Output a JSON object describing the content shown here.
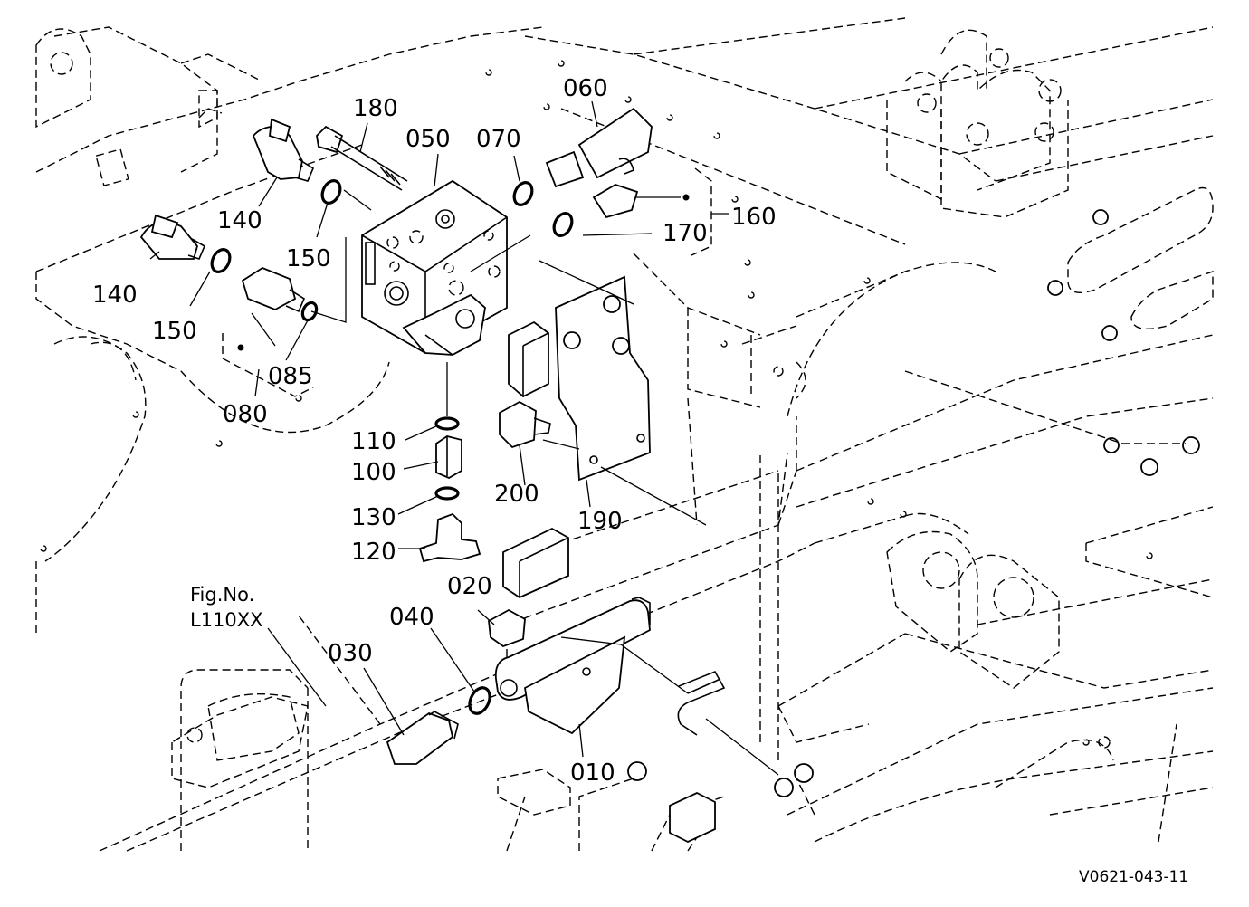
{
  "diagram": {
    "part_labels": {
      "p010": "010",
      "p020": "020",
      "p030": "030",
      "p040": "040",
      "p050": "050",
      "p060": "060",
      "p070": "070",
      "p080": "080",
      "p085": "085",
      "p100": "100",
      "p110": "110",
      "p120": "120",
      "p130": "130",
      "p140a": "140",
      "p140b": "140",
      "p150a": "150",
      "p150b": "150",
      "p160": "160",
      "p170": "170",
      "p180": "180",
      "p190": "190",
      "p200": "200"
    },
    "fig_ref": {
      "line1": "Fig.No.",
      "line2": "L110XX"
    },
    "drawing_code": "V0621-043-11"
  }
}
